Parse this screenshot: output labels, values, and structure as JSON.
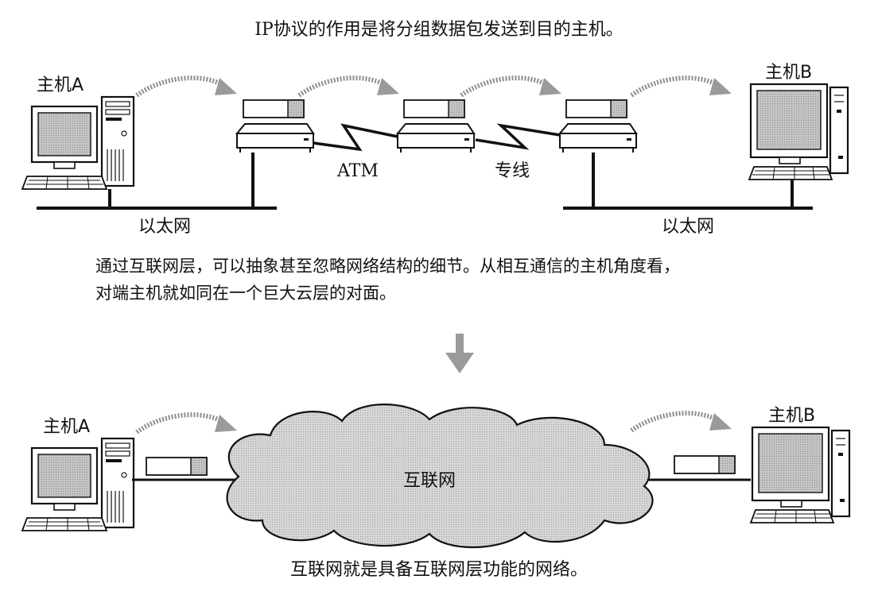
{
  "top": {
    "caption": "IP协议的作用是将分组数据包发送到目的主机。",
    "host_a": "主机A",
    "host_b": "主机B",
    "atm": "ATM",
    "leased_line": "专线",
    "ethernet_left": "以太网",
    "ethernet_right": "以太网",
    "explanation_line1": "通过互联网层，可以抽象甚至忽略网络结构的细节。从相互通信的主机角度看，",
    "explanation_line2": "对端主机就如同在一个巨大云层的对面。"
  },
  "bottom": {
    "host_a": "主机A",
    "host_b": "主机B",
    "cloud_label": "互联网",
    "caption": "互联网就是具备互联网层功能的网络。"
  },
  "colors": {
    "line": "#111111",
    "screen": "#b9b9b9",
    "cloud": "#cfcfcf",
    "arrow": "#999999"
  }
}
